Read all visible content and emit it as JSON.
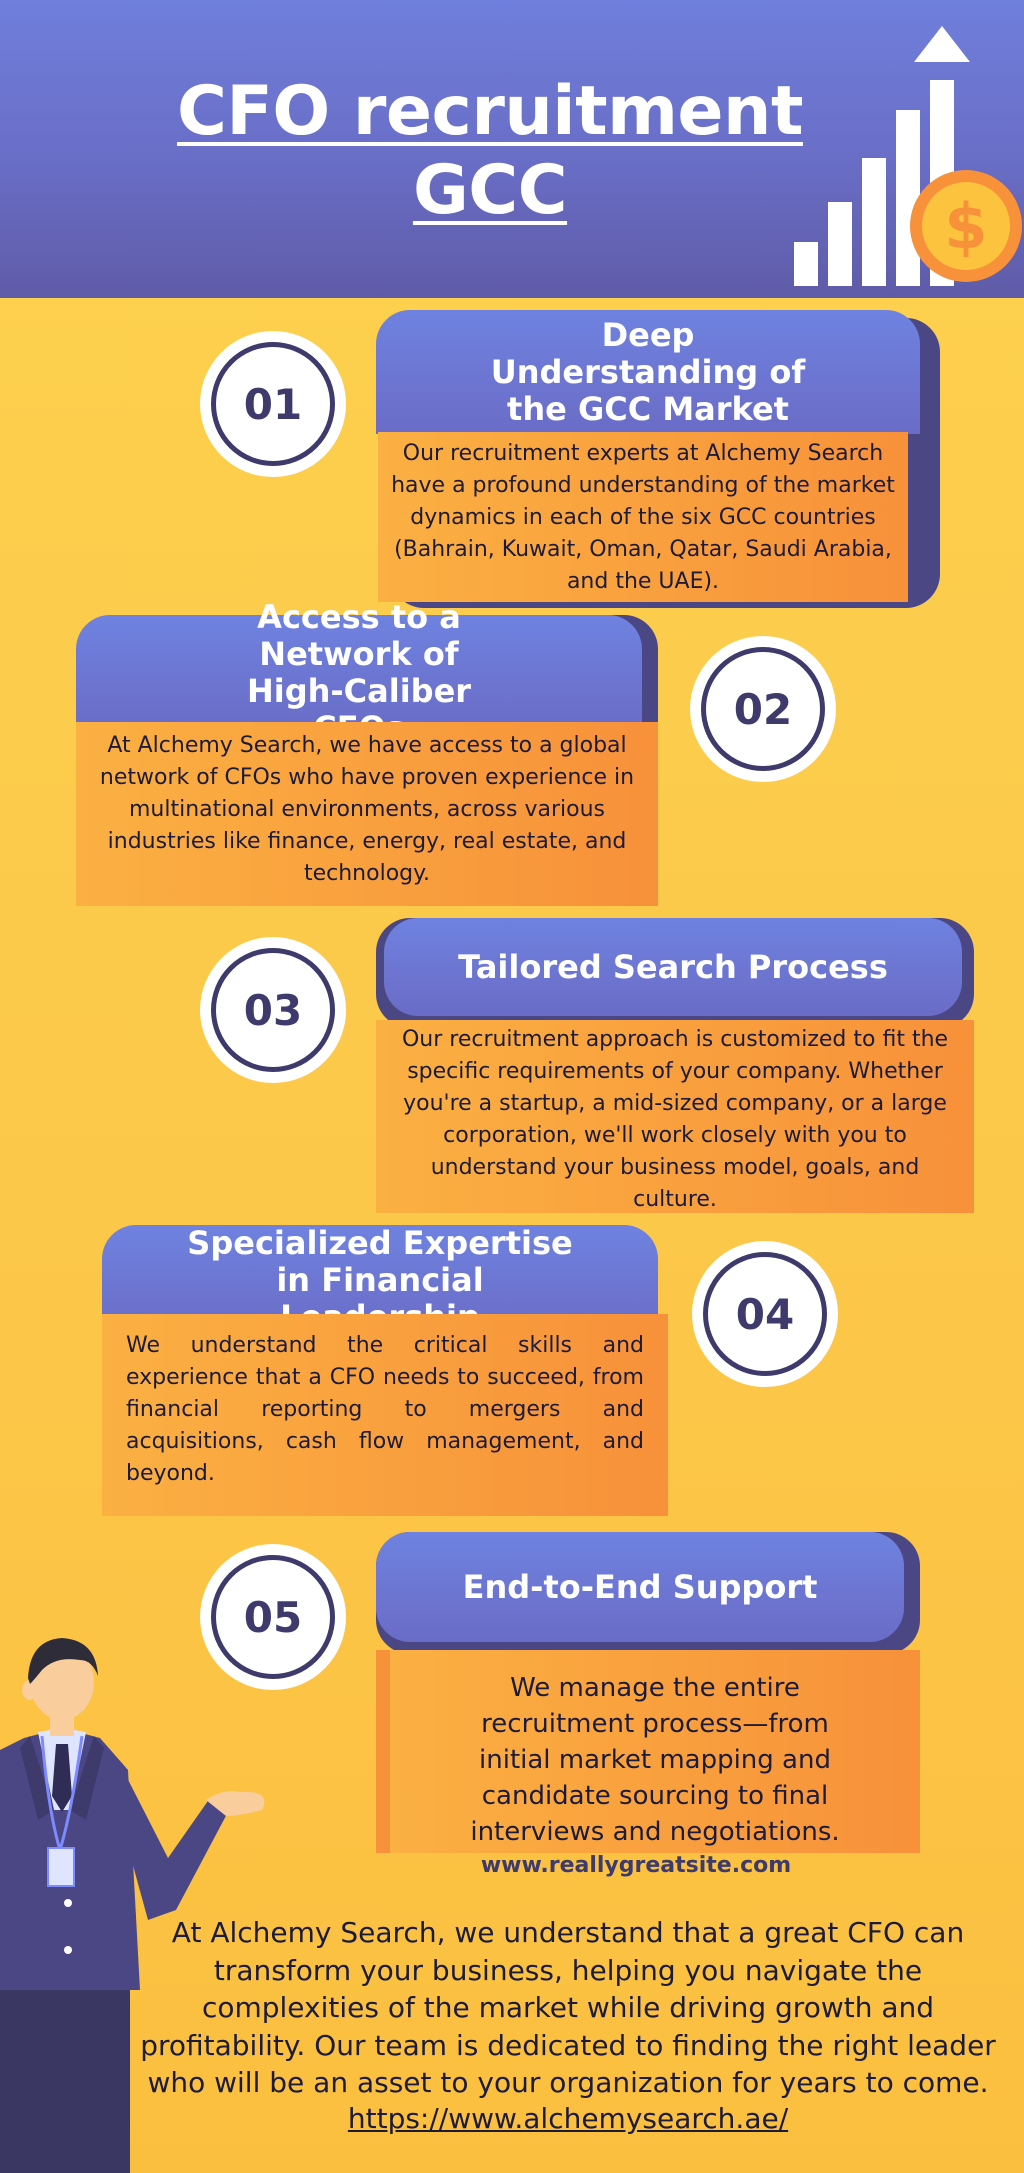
{
  "header": {
    "title": "CFO recruitment GCC",
    "icon": "growth-chart-dollar-icon"
  },
  "steps": [
    {
      "number": "01",
      "title": "Deep Understanding of the GCC Market",
      "body": "Our recruitment experts at Alchemy Search have a profound understanding of the market dynamics in each of the six GCC countries (Bahrain, Kuwait, Oman, Qatar, Saudi Arabia, and the UAE)."
    },
    {
      "number": "02",
      "title": "Access to a Network of High-Caliber CFOs",
      "body": "At Alchemy Search, we have access to a global network of CFOs who have proven experience in multinational environments, across various industries like finance, energy, real estate, and technology."
    },
    {
      "number": "03",
      "title": "Tailored Search Process",
      "body": "Our recruitment approach is customized to fit the specific requirements of your company. Whether you're a startup, a mid-sized company, or a large corporation, we'll work closely with you to understand your business model, goals, and culture."
    },
    {
      "number": "04",
      "title": "Specialized Expertise in Financial Leadership",
      "body": "We understand the critical skills and experience that a CFO needs to succeed, from financial reporting to mergers and acquisitions, cash flow management, and beyond."
    },
    {
      "number": "05",
      "title": "End-to-End Support",
      "body": "We manage the entire recruitment process—from initial market mapping and candidate sourcing to final interviews and negotiations."
    }
  ],
  "footer": {
    "site": "www.reallygreatsite.com",
    "closing": "At Alchemy Search, we understand that a great CFO can transform your business, helping you navigate the complexities of the market while driving growth and profitability. Our team is dedicated to finding the right leader who will be an asset to your organization for years to come.",
    "link": "https://www.alchemysearch.ae/"
  },
  "colors": {
    "header": "#6a6fc8",
    "background": "#fdd24e",
    "card_body": "#f7913a",
    "accent_dark": "#3e3a6b"
  }
}
